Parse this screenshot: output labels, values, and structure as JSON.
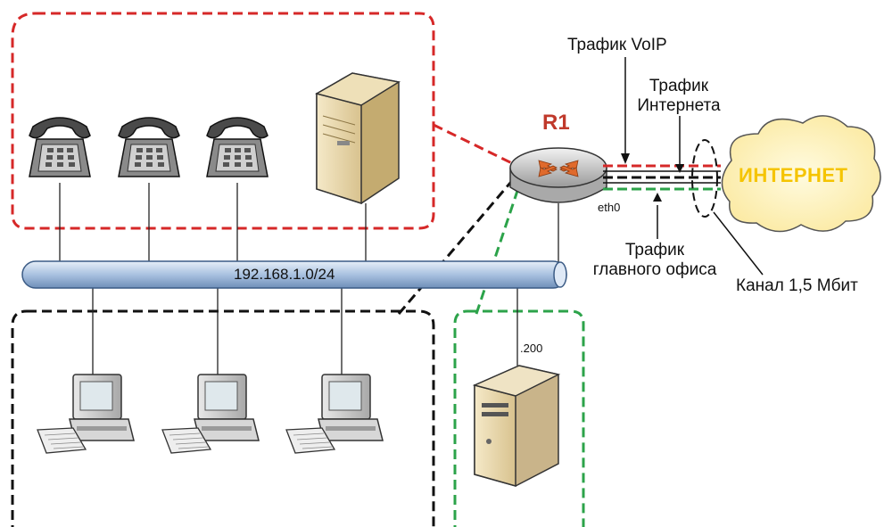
{
  "diagram": {
    "router": {
      "name": "R1",
      "interface": "eth0"
    },
    "internet": {
      "name": "ИНТЕРНЕТ"
    },
    "lan": {
      "subnet": "192.168.1.0/24"
    },
    "server": {
      "address": ".200"
    },
    "labels": {
      "voip": "Трафик VoIP",
      "internet_line1": "Трафик",
      "internet_line2": "Интернета",
      "office_line1": "Трафик",
      "office_line2": "главного офиса",
      "link": "Канал 1,5 Мбит"
    },
    "colors": {
      "voip": "#d62828",
      "internet": "#111111",
      "office": "#2ca34a",
      "bus": "#b9cde6",
      "cloud": "#fdf4bf"
    }
  }
}
